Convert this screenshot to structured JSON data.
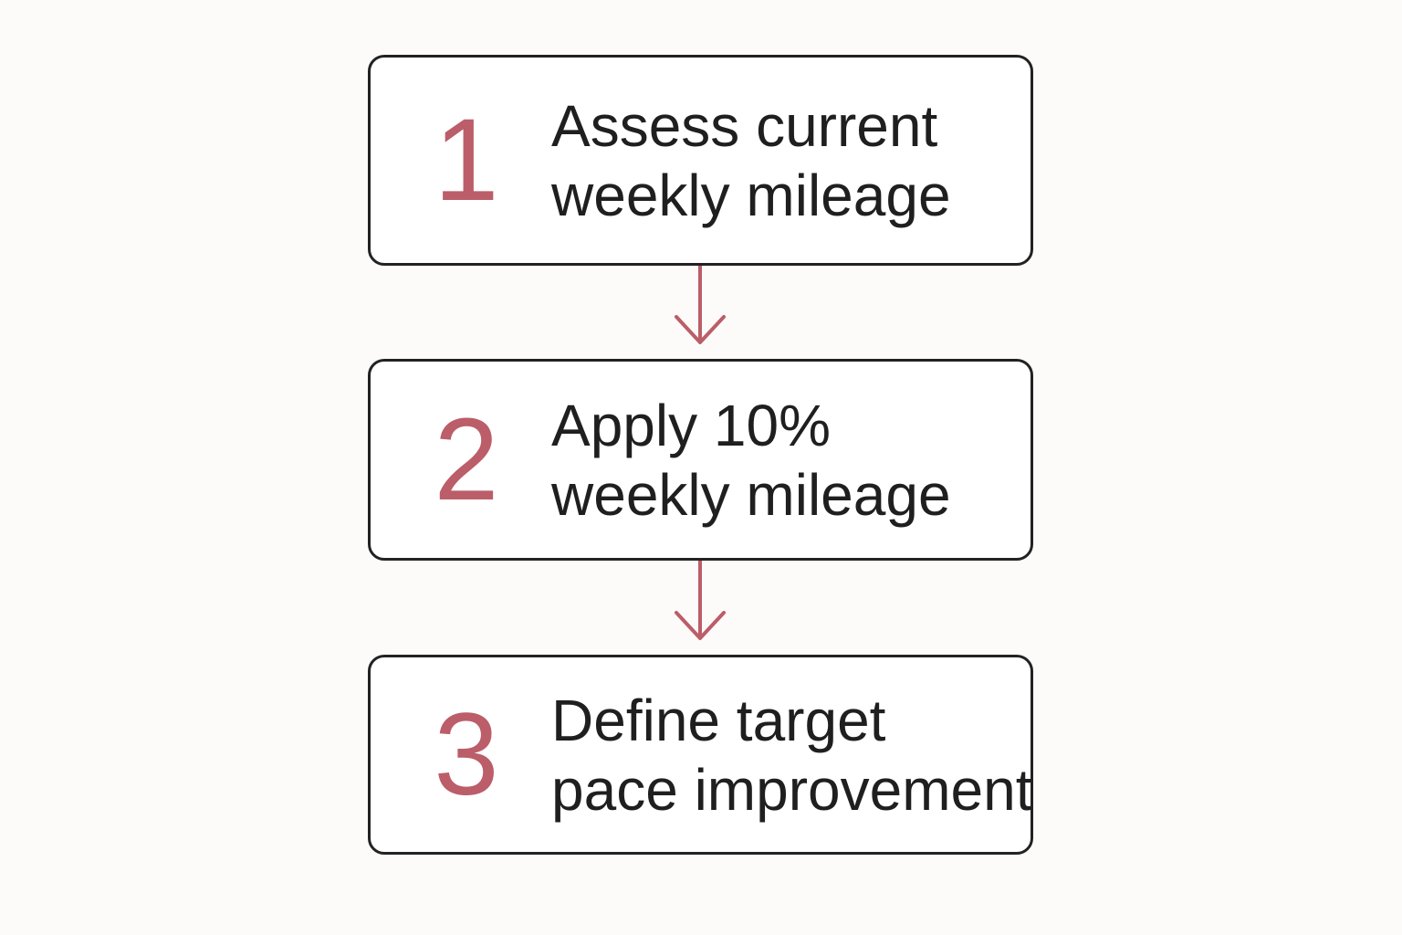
{
  "accent_color": "#bb5e69",
  "steps": [
    {
      "number": "1",
      "lines": [
        "Assess current",
        "weekly mileage"
      ]
    },
    {
      "number": "2",
      "lines": [
        "Apply 10%",
        "weekly mileage"
      ]
    },
    {
      "number": "3",
      "lines": [
        "Define target",
        "pace improvement"
      ]
    }
  ],
  "connectors": [
    {
      "icon": "arrow-down-icon"
    },
    {
      "icon": "arrow-down-icon"
    }
  ]
}
